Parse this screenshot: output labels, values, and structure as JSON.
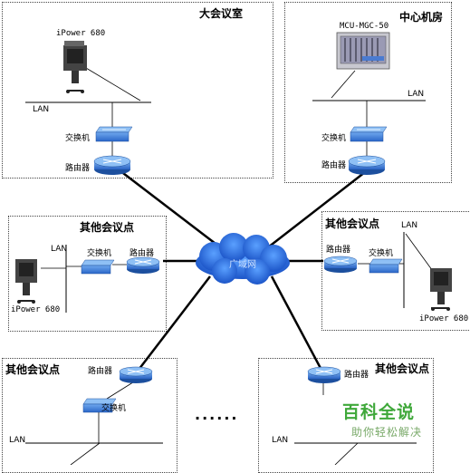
{
  "rooms": {
    "main_hall": {
      "title": "大会议室",
      "terminal": "iPower 680",
      "lan": "LAN",
      "switch": "交换机",
      "router": "路由器"
    },
    "center": {
      "title": "中心机房",
      "mcu": "MCU-MGC-50",
      "lan": "LAN",
      "switch": "交换机",
      "router": "路由器"
    },
    "left_mid": {
      "title": "其他会议点",
      "lan": "LAN",
      "switch": "交换机",
      "router": "路由器",
      "terminal": "iPower 680"
    },
    "right_mid": {
      "title": "其他会议点",
      "lan": "LAN",
      "switch": "交换机",
      "router": "路由器",
      "terminal": "iPower 680"
    },
    "bottom_left": {
      "title": "其他会议点",
      "router": "路由器",
      "switch": "交换机",
      "lan": "LAN"
    },
    "bottom_right": {
      "title": "其他会议点",
      "router": "路由器",
      "lan": "LAN"
    }
  },
  "wan": {
    "label": "广域网",
    "color": "#1f5fd6"
  },
  "ellipsis": "......",
  "watermark": {
    "name": "百科全说",
    "slogan": "助你轻松解决",
    "color": "#3fa83a"
  },
  "colors": {
    "device_blue": "#2f6fd0",
    "link_black": "#000000"
  }
}
